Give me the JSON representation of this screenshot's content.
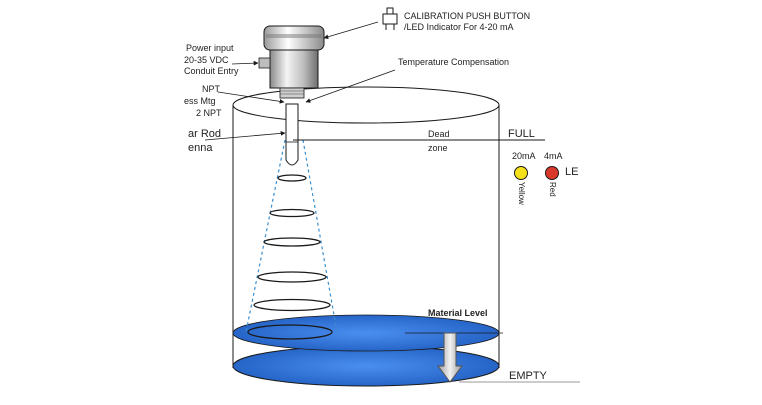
{
  "labels": {
    "calibration_line1": "CALIBRATION PUSH BUTTON",
    "calibration_line2": "/LED Indicator For 4-20 mA",
    "power_line1": "Power input",
    "power_line2": "20-35 VDC",
    "power_line3": "Conduit Entry",
    "temperature": "Temperature Compensation",
    "npt_line1": "NPT",
    "npt_line2": "ess Mtg",
    "npt_line3": "2  NPT",
    "rod_line1": "ar Rod",
    "rod_line2": "enna",
    "dead_line1": "Dead",
    "dead_line2": "zone",
    "full": "FULL",
    "ma20": "20mA",
    "ma4": "4mA",
    "led": "LE",
    "yellow": "Yellow",
    "red": "Red",
    "material_level": "Material Level",
    "empty": "EMPTY"
  },
  "colors": {
    "yellow_led": "#f5e11a",
    "red_led": "#d9382a",
    "material": "#2a6fd1",
    "beam": "#3a8fd0",
    "outline": "#1a1a1a"
  }
}
